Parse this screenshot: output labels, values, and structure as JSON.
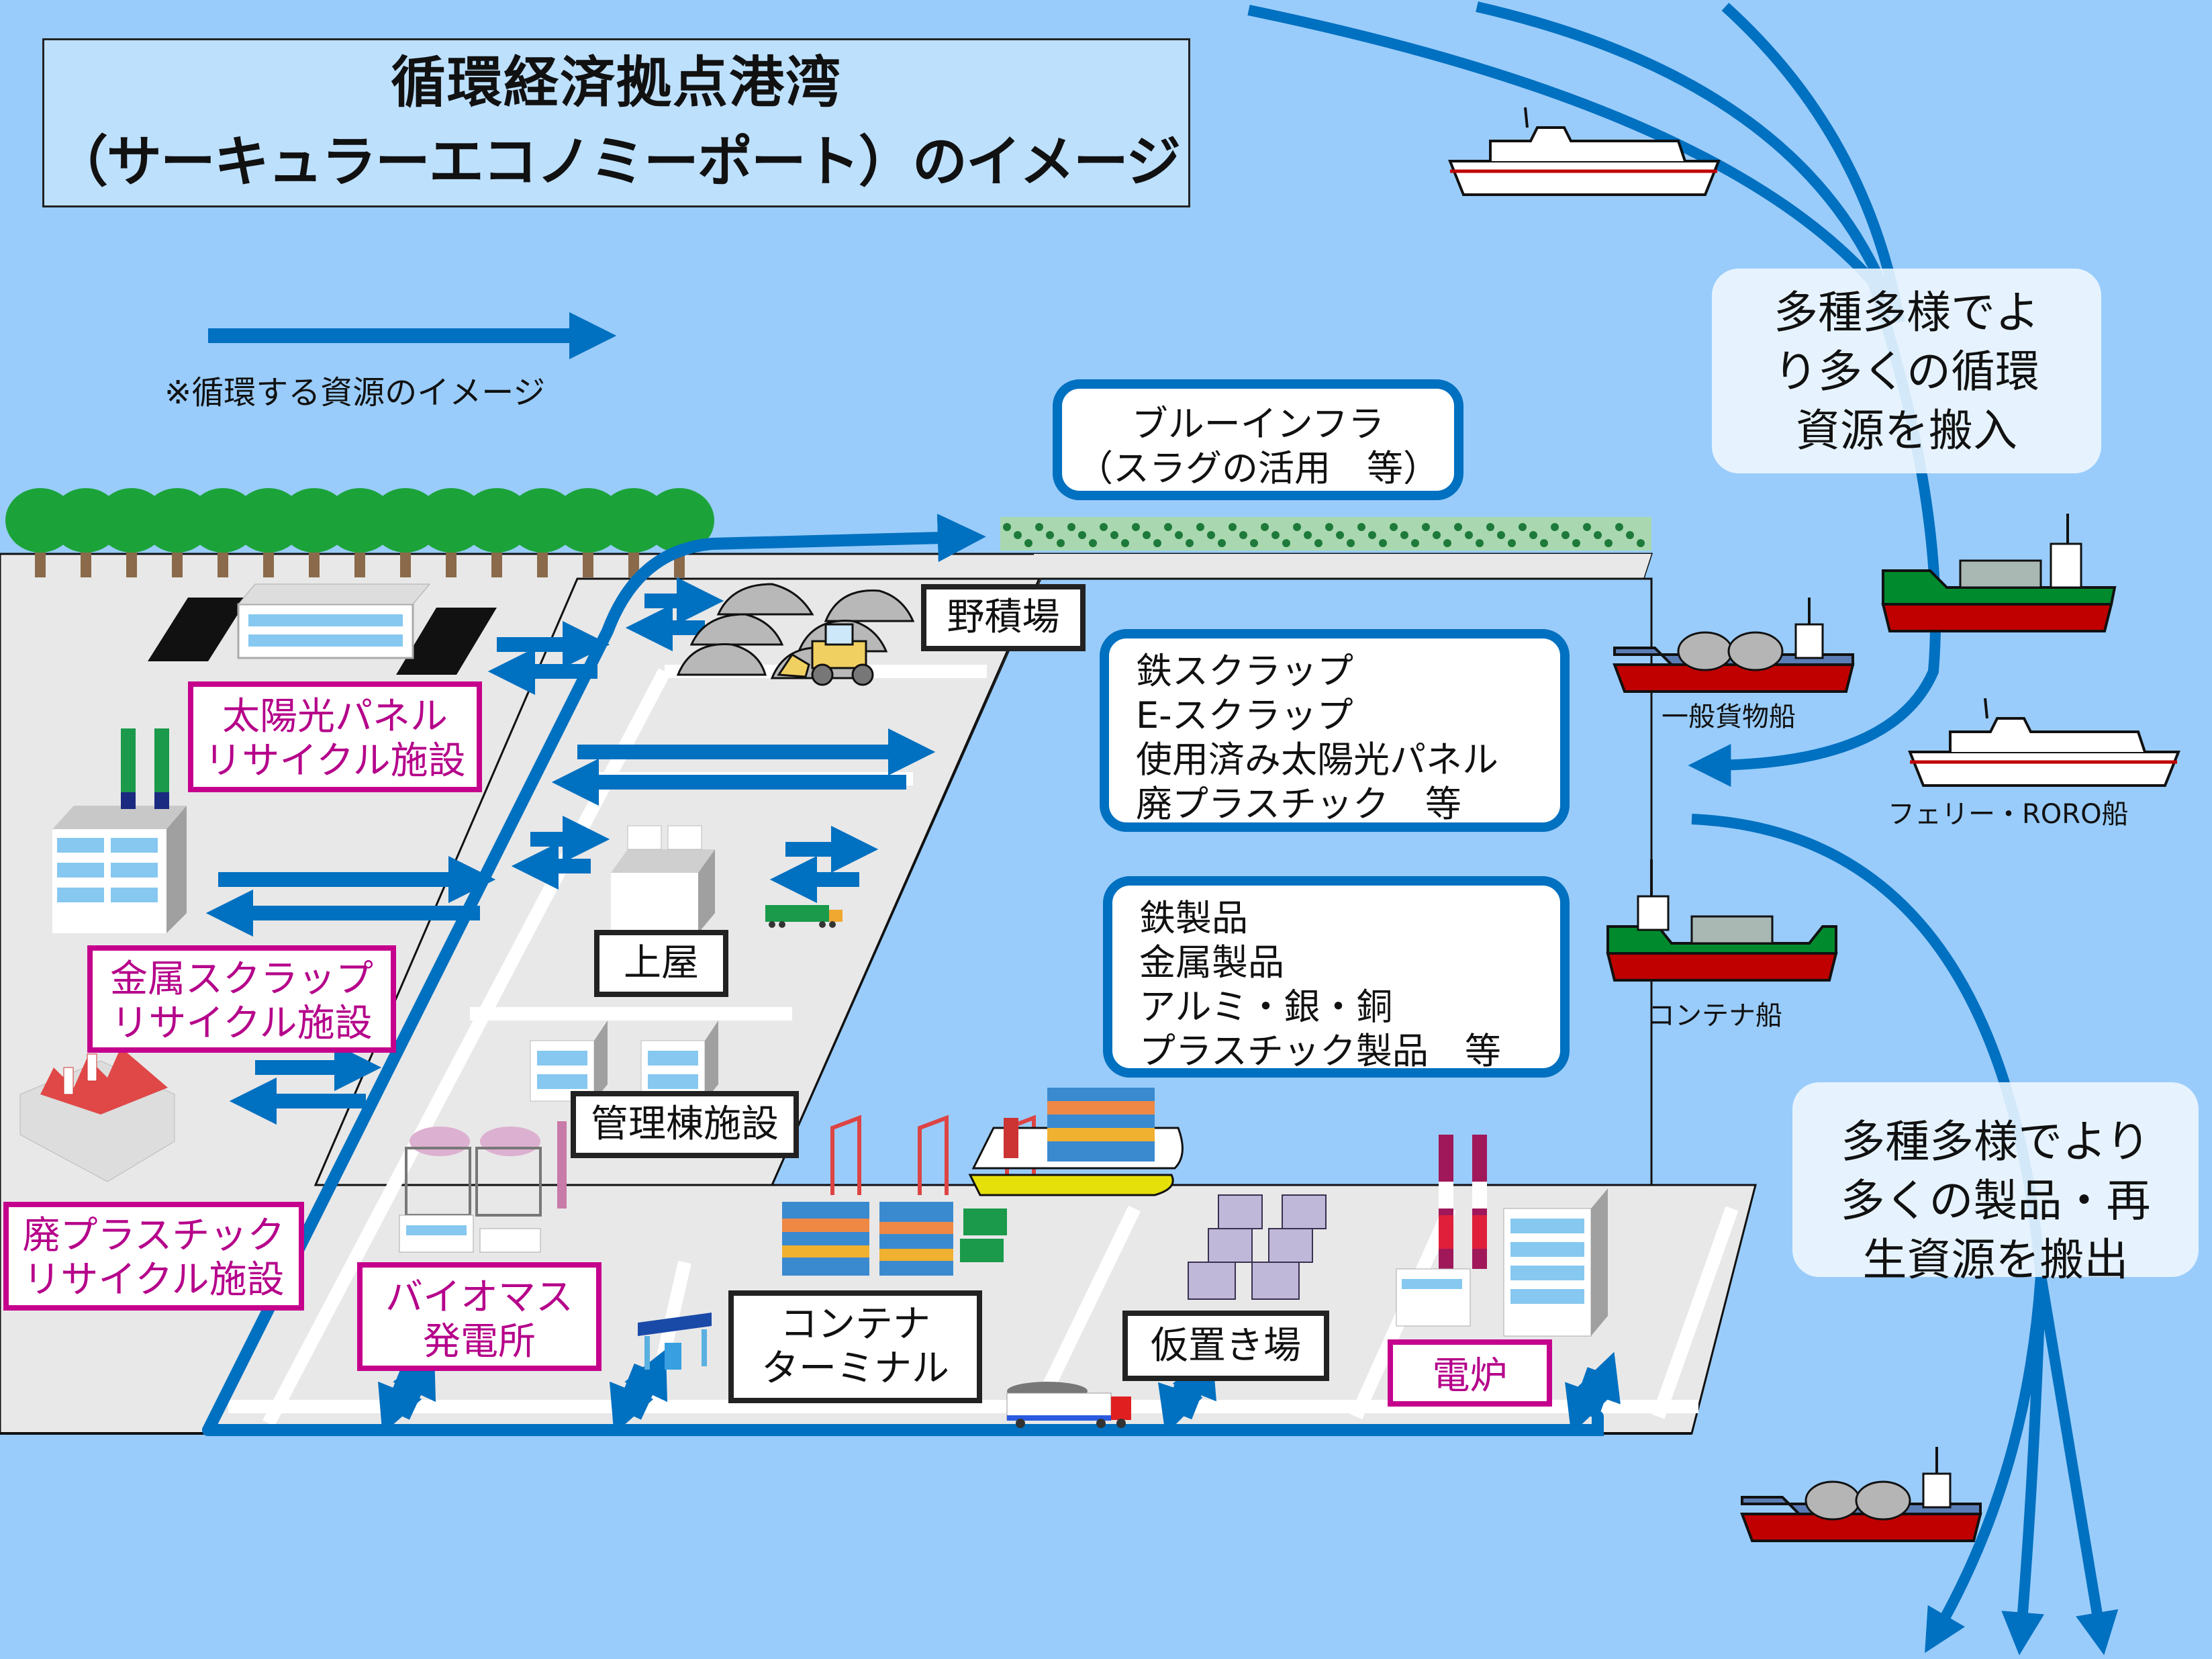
{
  "title": {
    "line1": "循環経済拠点港湾",
    "line2": "（サーキュラーエコノミーポート）のイメージ"
  },
  "legend": {
    "text": "※循環する資源のイメージ",
    "arrow_icon": "right-arrow-icon"
  },
  "blue_infra": {
    "lines": [
      "ブルーインフラ",
      "（スラグの活用　等）"
    ]
  },
  "import_items": {
    "lines": [
      "鉄スクラップ",
      "E-スクラップ",
      "使用済み太陽光パネル",
      "廃プラスチック　等"
    ]
  },
  "export_items": {
    "lines": [
      "鉄製品",
      "金属製品",
      "アルミ・銀・銅",
      "プラスチック製品　等"
    ]
  },
  "bubbles": {
    "import": [
      "多種多様でよ",
      "り多くの循環",
      "資源を搬入"
    ],
    "export": [
      "多種多様でより",
      "多くの製品・再",
      "生資源を搬出"
    ]
  },
  "ships": {
    "general_cargo": "一般貨物船",
    "ferry_roro": "フェリー・RORO船",
    "container": "コンテナ船"
  },
  "facilities": {
    "solar": [
      "太陽光パネル",
      "リサイクル施設"
    ],
    "metal": [
      "金属スクラップ",
      "リサイクル施設"
    ],
    "plastic": [
      "廃プラスチック",
      "リサイクル施設"
    ],
    "biomass": [
      "バイオマス",
      "発電所"
    ],
    "electric_furnace": [
      "電炉"
    ]
  },
  "areas": {
    "open_storage": [
      "野積場"
    ],
    "shed": [
      "上屋"
    ],
    "admin": [
      "管理棟施設"
    ],
    "container_terminal": [
      "コンテナ",
      "ターミナル"
    ],
    "temporary_storage": [
      "仮置き場"
    ]
  },
  "colors": {
    "sea": "#99ccfb",
    "land": "#e8e8e8",
    "flow_arrow": "#0070c0",
    "title_bg": "#bde0fd",
    "facility_border": "#c4008c",
    "facility_text": "#b5008a",
    "tree": "#1ba33a"
  }
}
